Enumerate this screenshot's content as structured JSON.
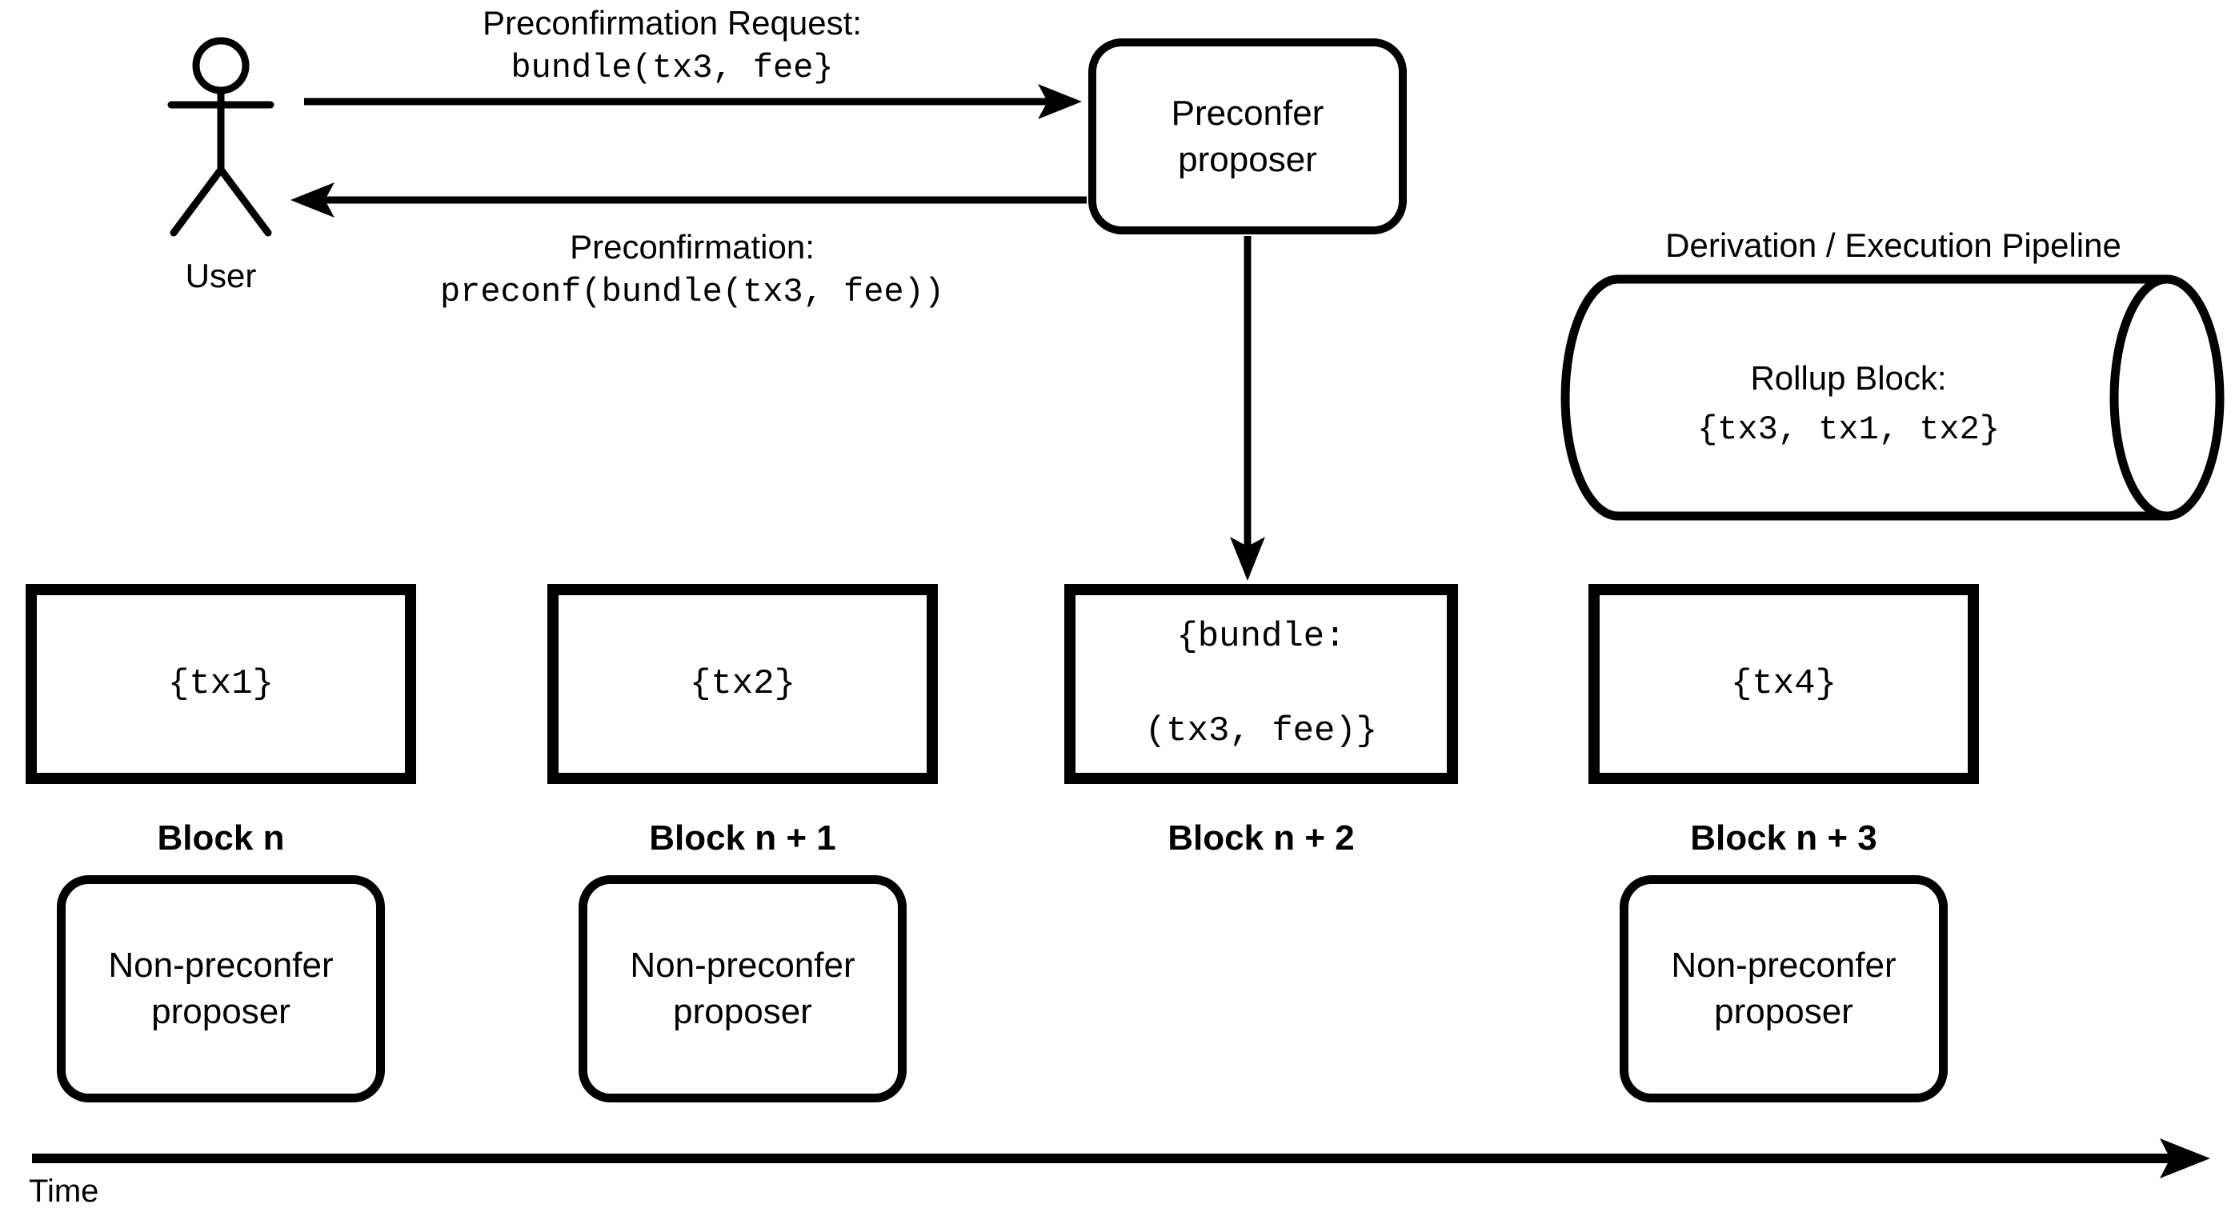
{
  "diagram": {
    "background": "#ffffff",
    "line_color": "#000000"
  },
  "actor": {
    "label": "User"
  },
  "proposer_box": {
    "label": "Preconfer\nproposer"
  },
  "messages": {
    "request": {
      "title": "Preconfirmation Request:",
      "code": "bundle(tx3, fee}"
    },
    "response": {
      "title": "Preconfirmation:",
      "code": "preconf(bundle(tx3, fee))"
    }
  },
  "pipeline": {
    "title": "Derivation / Execution Pipeline",
    "rollup_title": "Rollup Block:",
    "rollup_code": "{tx3, tx1, tx2}"
  },
  "blocks": [
    {
      "content_lines": [
        "{tx1}"
      ],
      "label": "Block n"
    },
    {
      "content_lines": [
        "{tx2}"
      ],
      "label": "Block n + 1"
    },
    {
      "content_lines": [
        "{bundle:",
        "(tx3, fee)}"
      ],
      "label": "Block n + 2"
    },
    {
      "content_lines": [
        "{tx4}"
      ],
      "label": "Block n + 3"
    }
  ],
  "non_preconfer_label": "Non-preconfer\nproposer",
  "timeline": {
    "label": "Time"
  }
}
